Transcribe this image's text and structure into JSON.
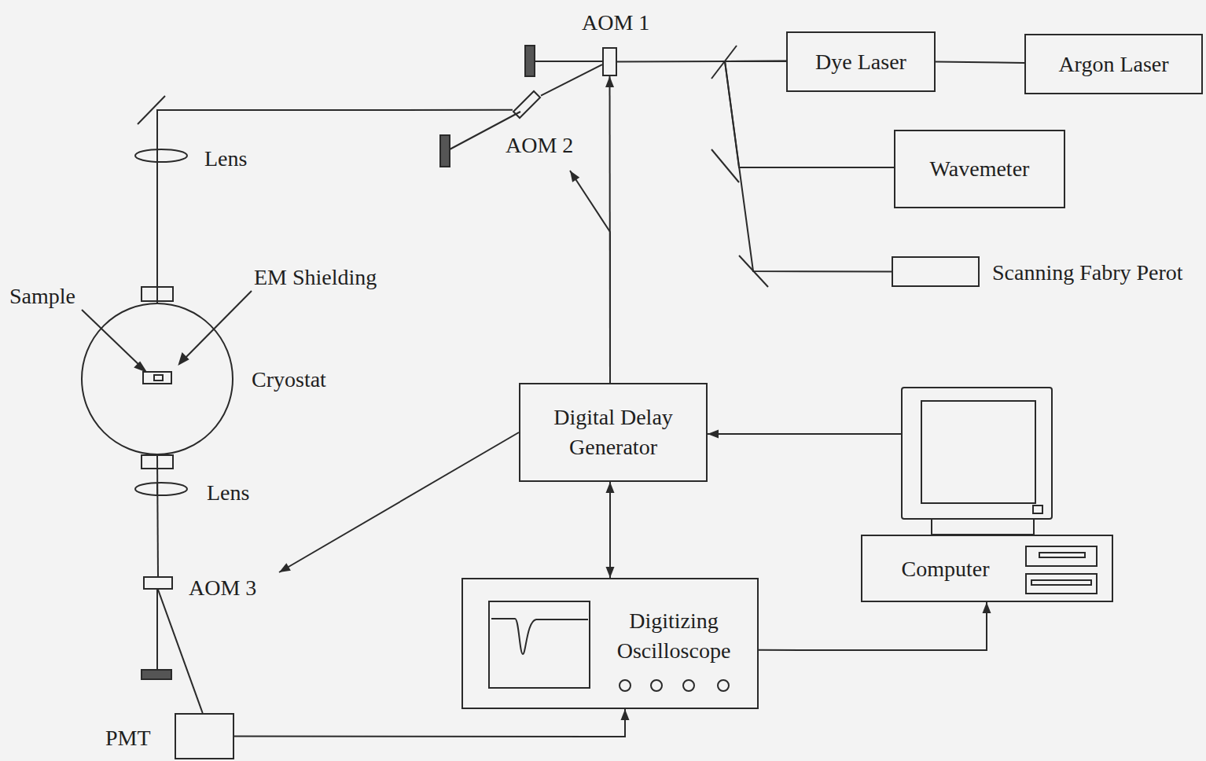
{
  "diagram": {
    "nodes": [
      {
        "text": [
          "AOM 1"
        ]
      },
      {
        "text": [
          "Dye Laser"
        ]
      },
      {
        "text": [
          "Argon Laser"
        ]
      },
      {
        "text": [
          "AOM 2"
        ]
      },
      {
        "text": [
          "Wavemeter"
        ]
      },
      {
        "text": [
          "Scanning Fabry Perot"
        ]
      },
      {
        "text": [
          "Cryostat"
        ]
      },
      {
        "text": [
          "Digital Delay Generator"
        ]
      },
      {
        "text": [
          "Computer"
        ]
      },
      {
        "text": [
          "Digitizing Oscilloscope"
        ]
      },
      {
        "text": [
          "AOM 3"
        ]
      },
      {
        "text": [
          "PMT"
        ]
      }
    ],
    "edges": [
      {
        "from": 2,
        "to": 1,
        "arrow": "none"
      },
      {
        "from": 1,
        "to": 0,
        "arrow": "none"
      },
      {
        "from": 1,
        "to": 4,
        "arrow": "none"
      },
      {
        "from": 1,
        "to": 5,
        "arrow": "none"
      },
      {
        "from": 0,
        "to": 3,
        "arrow": "none"
      },
      {
        "from": 3,
        "to": 6,
        "arrow": "none"
      },
      {
        "from": 6,
        "to": 10,
        "arrow": "none"
      },
      {
        "from": 10,
        "to": 11,
        "arrow": "none"
      },
      {
        "from": 7,
        "to": 0,
        "arrow": "to"
      },
      {
        "from": 7,
        "to": 3,
        "arrow": "to"
      },
      {
        "from": 7,
        "to": 10,
        "arrow": "to"
      },
      {
        "from": 7,
        "to": 9,
        "arrow": "both"
      },
      {
        "from": 8,
        "to": 7,
        "arrow": "to"
      },
      {
        "from": 9,
        "to": 8,
        "arrow": "to"
      },
      {
        "from": 11,
        "to": 9,
        "arrow": "to"
      }
    ],
    "labels": [
      "Lens",
      "Lens",
      "Sample",
      "EM Shielding"
    ]
  }
}
